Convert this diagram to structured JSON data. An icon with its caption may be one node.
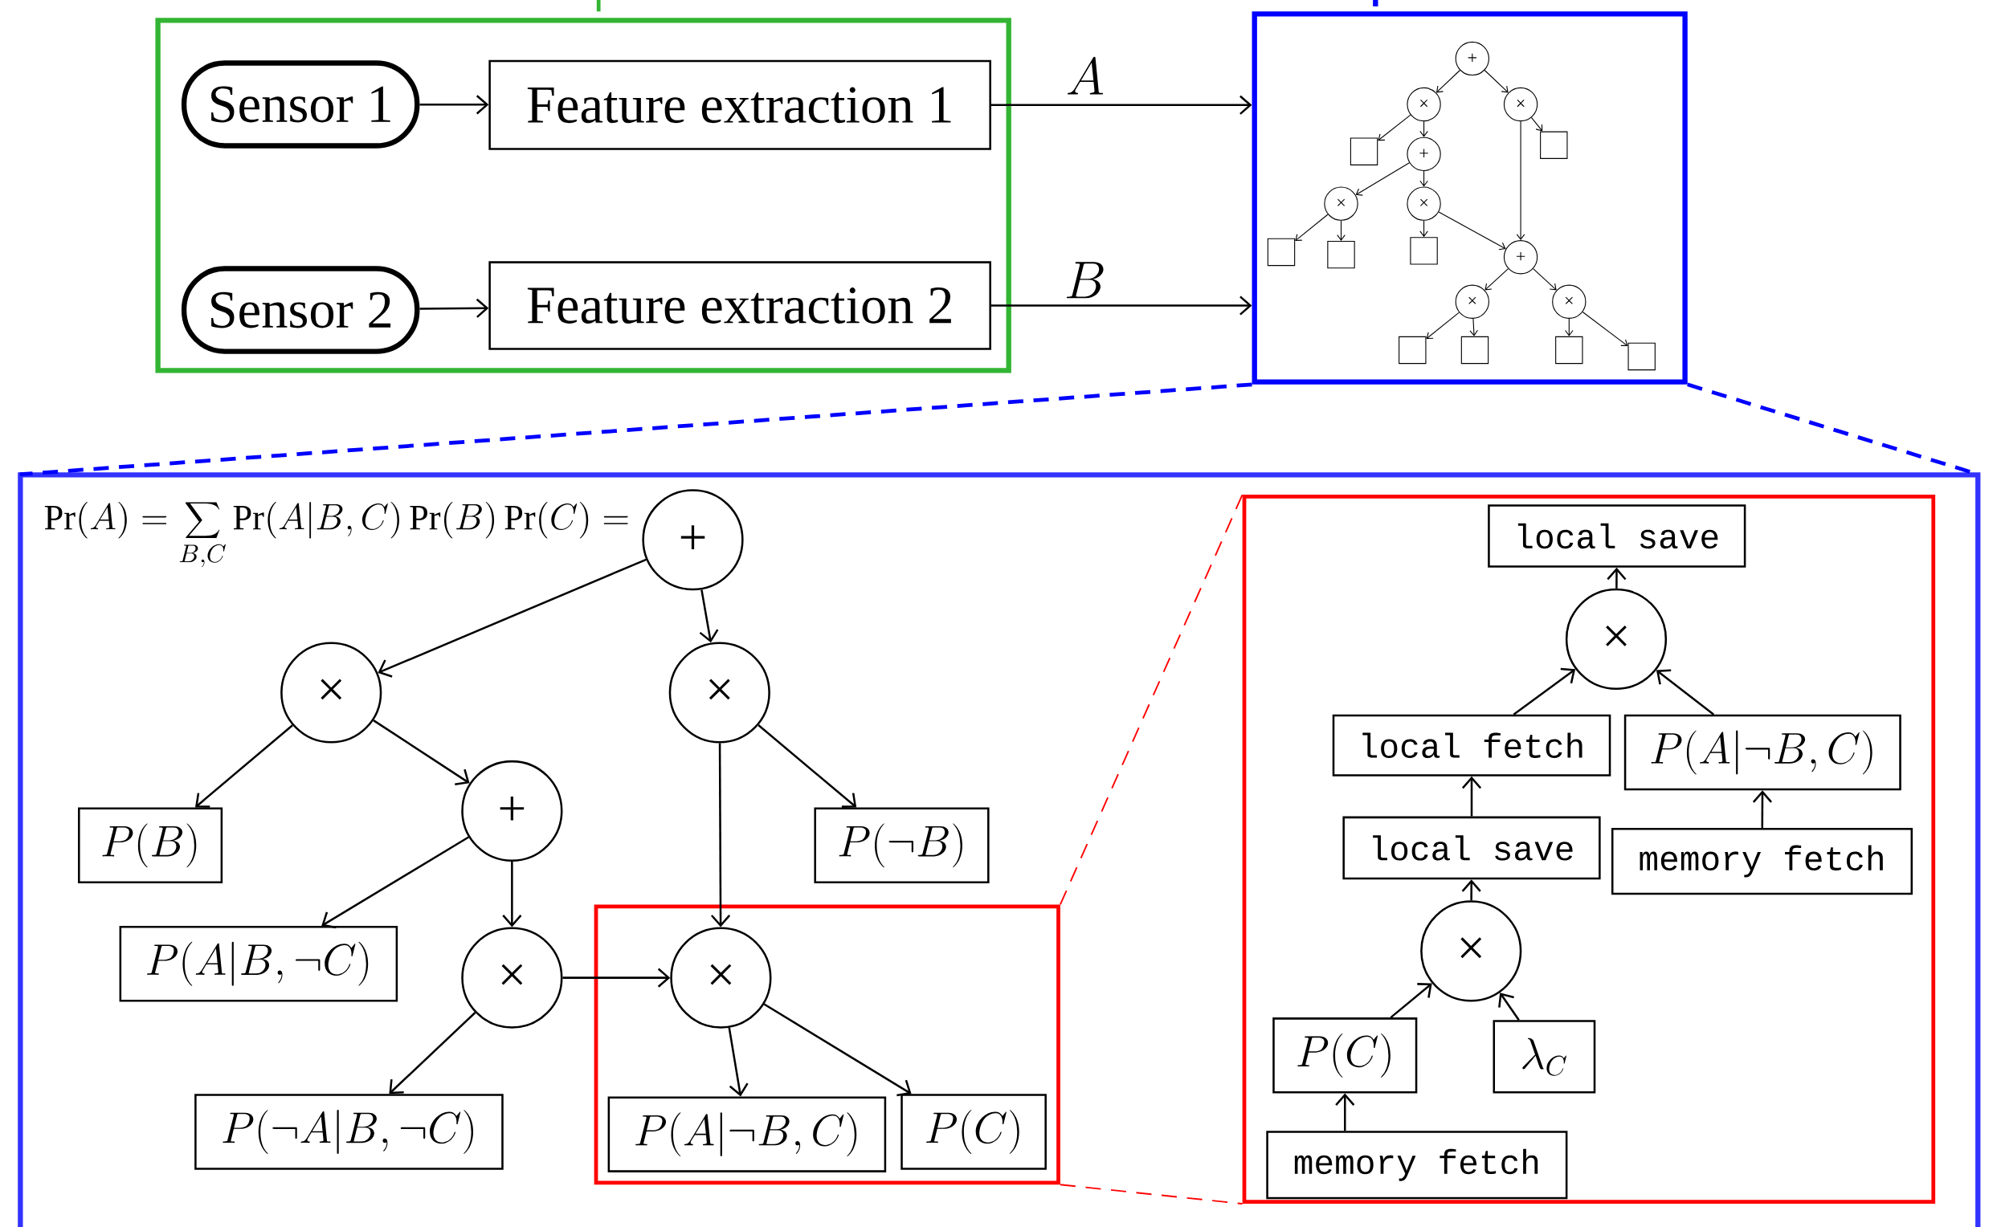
{
  "diagram": {
    "nodes": [
      {
        "text": [],
        "shape": "box"
      },
      {
        "text": [
          "Sensor 1"
        ],
        "in": 0
      },
      {
        "text": [
          "Feature extraction 1"
        ],
        "in": 0
      },
      {
        "text": [
          "Sensor 2"
        ],
        "in": 0
      },
      {
        "text": [
          "Feature extraction 2"
        ],
        "in": 0
      },
      {
        "text": [],
        "shape": "box"
      },
      {
        "text": [
          "+"
        ],
        "in": 5
      },
      {
        "text": [
          "×"
        ],
        "in": 5
      },
      {
        "text": [
          "×"
        ],
        "in": 5
      },
      {
        "text": [
          "+"
        ],
        "in": 5
      },
      {
        "text": [
          "×"
        ],
        "in": 5
      },
      {
        "text": [
          "×"
        ],
        "in": 5
      },
      {
        "text": [
          "+"
        ],
        "in": 5
      },
      {
        "text": [
          "×"
        ],
        "in": 5
      },
      {
        "text": [
          "×"
        ],
        "in": 5
      },
      {
        "text": [],
        "shape": "box",
        "in": 5
      },
      {
        "text": [],
        "shape": "box",
        "in": 5
      },
      {
        "text": [],
        "shape": "box",
        "in": 5
      },
      {
        "text": [],
        "shape": "box",
        "in": 5
      },
      {
        "text": [],
        "shape": "box",
        "in": 5
      },
      {
        "text": [],
        "shape": "box",
        "in": 5
      },
      {
        "text": [],
        "shape": "box",
        "in": 5
      },
      {
        "text": [],
        "shape": "box",
        "in": 5
      },
      {
        "text": [],
        "shape": "box",
        "in": 5
      },
      {
        "text": [],
        "shape": "box"
      },
      {
        "text": [
          "+"
        ],
        "in": 24
      },
      {
        "text": [
          "×"
        ],
        "in": 24
      },
      {
        "text": [
          "×"
        ],
        "in": 24
      },
      {
        "text": [
          "P(B)"
        ],
        "in": 24
      },
      {
        "text": [
          "+"
        ],
        "in": 24
      },
      {
        "text": [
          "P(\\neg B)"
        ],
        "in": 24
      },
      {
        "text": [
          "P(A|B,\\neg C)"
        ],
        "in": 24
      },
      {
        "text": [
          "×"
        ],
        "in": 24
      },
      {
        "text": [],
        "shape": "box",
        "in": 24
      },
      {
        "text": [
          "×"
        ],
        "in": 33
      },
      {
        "text": [
          "P(\\neg A|B,\\neg C)"
        ],
        "in": 24
      },
      {
        "text": [
          "P(A|\\neg B,C)"
        ],
        "in": 33
      },
      {
        "text": [
          "P(C)"
        ],
        "in": 33
      },
      {
        "text": [],
        "shape": "box",
        "in": 24
      },
      {
        "text": [
          "local save"
        ],
        "in": 38
      },
      {
        "text": [
          "×"
        ],
        "in": 38
      },
      {
        "text": [
          "local fetch"
        ],
        "in": 38
      },
      {
        "text": [
          "P(A|\\neg B,C)"
        ],
        "in": 38
      },
      {
        "text": [
          "local save"
        ],
        "in": 38
      },
      {
        "text": [
          "memory fetch"
        ],
        "in": 38
      },
      {
        "text": [
          "×"
        ],
        "in": 38
      },
      {
        "text": [
          "P(C)"
        ],
        "in": 38
      },
      {
        "text": [
          "\\lambda_C"
        ],
        "in": 38
      },
      {
        "text": [
          "memory fetch"
        ],
        "in": 38
      }
    ],
    "edges": [
      {
        "from": 1,
        "to": 2,
        "arrow": "to"
      },
      {
        "from": 3,
        "to": 4,
        "arrow": "to"
      },
      {
        "from": 2,
        "to": 5,
        "arrow": "to",
        "label": "A"
      },
      {
        "from": 4,
        "to": 5,
        "arrow": "to",
        "label": "B"
      },
      {
        "from": 6,
        "to": 7,
        "arrow": "to"
      },
      {
        "from": 6,
        "to": 8,
        "arrow": "to"
      },
      {
        "from": 7,
        "to": 15,
        "arrow": "to"
      },
      {
        "from": 7,
        "to": 9,
        "arrow": "to"
      },
      {
        "from": 8,
        "to": 16,
        "arrow": "to"
      },
      {
        "from": 8,
        "to": 12,
        "arrow": "to"
      },
      {
        "from": 9,
        "to": 10,
        "arrow": "to"
      },
      {
        "from": 9,
        "to": 11,
        "arrow": "to"
      },
      {
        "from": 10,
        "to": 17,
        "arrow": "to"
      },
      {
        "from": 10,
        "to": 18,
        "arrow": "to"
      },
      {
        "from": 11,
        "to": 19,
        "arrow": "to"
      },
      {
        "from": 11,
        "to": 12,
        "arrow": "to"
      },
      {
        "from": 12,
        "to": 13,
        "arrow": "to"
      },
      {
        "from": 12,
        "to": 14,
        "arrow": "to"
      },
      {
        "from": 13,
        "to": 20,
        "arrow": "to"
      },
      {
        "from": 13,
        "to": 21,
        "arrow": "to"
      },
      {
        "from": 14,
        "to": 22,
        "arrow": "to"
      },
      {
        "from": 14,
        "to": 23,
        "arrow": "to"
      },
      {
        "from": 5,
        "to": 24,
        "arrow": "none",
        "style": "dashed",
        "color": "#0000ff"
      },
      {
        "from": 5,
        "to": 24,
        "arrow": "none",
        "style": "dashed",
        "color": "#0000ff"
      },
      {
        "from": 25,
        "to": 26,
        "arrow": "to"
      },
      {
        "from": 25,
        "to": 27,
        "arrow": "to"
      },
      {
        "from": 26,
        "to": 28,
        "arrow": "to"
      },
      {
        "from": 26,
        "to": 29,
        "arrow": "to"
      },
      {
        "from": 29,
        "to": 31,
        "arrow": "to"
      },
      {
        "from": 29,
        "to": 32,
        "arrow": "to"
      },
      {
        "from": 32,
        "to": 35,
        "arrow": "to"
      },
      {
        "from": 32,
        "to": 34,
        "arrow": "to"
      },
      {
        "from": 27,
        "to": 34,
        "arrow": "to"
      },
      {
        "from": 27,
        "to": 30,
        "arrow": "to"
      },
      {
        "from": 34,
        "to": 36,
        "arrow": "to"
      },
      {
        "from": 34,
        "to": 37,
        "arrow": "to"
      },
      {
        "from": 33,
        "to": 38,
        "arrow": "none",
        "style": "dashed",
        "color": "#ff0000"
      },
      {
        "from": 33,
        "to": 38,
        "arrow": "none",
        "style": "dashed",
        "color": "#ff0000"
      },
      {
        "from": 40,
        "to": 39,
        "arrow": "to"
      },
      {
        "from": 41,
        "to": 40,
        "arrow": "to"
      },
      {
        "from": 42,
        "to": 40,
        "arrow": "to"
      },
      {
        "from": 43,
        "to": 41,
        "arrow": "to"
      },
      {
        "from": 44,
        "to": 42,
        "arrow": "to"
      },
      {
        "from": 45,
        "to": 43,
        "arrow": "to"
      },
      {
        "from": 46,
        "to": 45,
        "arrow": "to"
      },
      {
        "from": 47,
        "to": 45,
        "arrow": "to"
      },
      {
        "from": 48,
        "to": 46,
        "arrow": "to"
      }
    ],
    "labels": [
      "\\Pr(A)=\\sum_{B,C}\\Pr(A|B,C)\\Pr(B)\\Pr(C)="
    ]
  }
}
